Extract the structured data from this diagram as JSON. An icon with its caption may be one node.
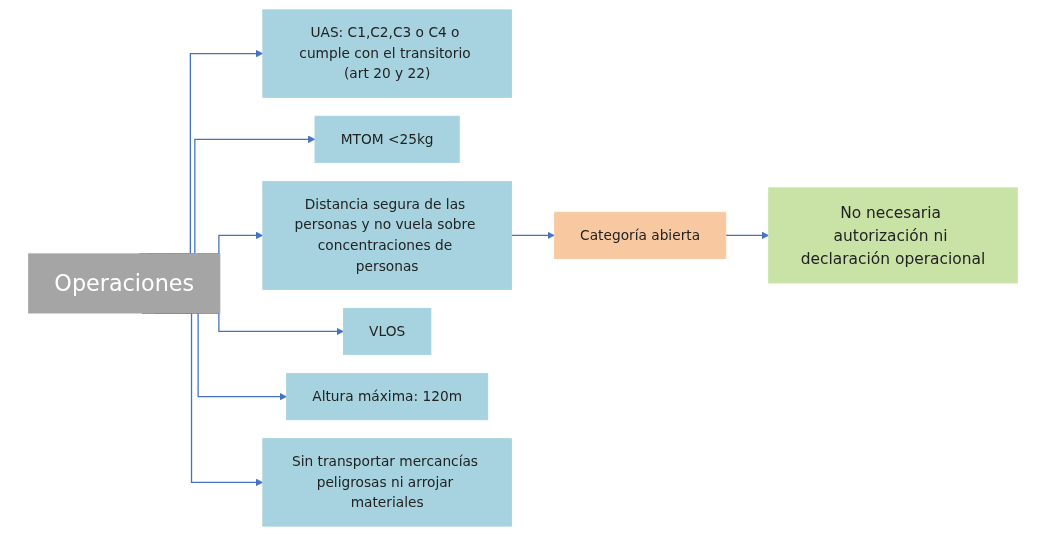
{
  "diagram": {
    "nodes": [
      {
        "text": [
          "Operaciones"
        ]
      },
      {
        "text": [
          "UAS: C1,C2,C3 o C4 o cumple con el transitorio (art 20 y 22)"
        ]
      },
      {
        "text": [
          "MTOM <25kg"
        ]
      },
      {
        "text": [
          "Distancia segura de las personas y no vuela sobre concentraciones de personas"
        ]
      },
      {
        "text": [
          "VLOS"
        ]
      },
      {
        "text": [
          "Altura máxima: 120m"
        ]
      },
      {
        "text": [
          "Sin transportar mercancías peligrosas ni arrojar materiales"
        ]
      },
      {
        "text": [
          "Categoría abierta"
        ]
      },
      {
        "text": [
          "No necesaria autorización ni declaración operacional"
        ]
      }
    ],
    "edges": [
      {
        "from": 0,
        "to": 1,
        "arrow": "to"
      },
      {
        "from": 0,
        "to": 2,
        "arrow": "to"
      },
      {
        "from": 0,
        "to": 3,
        "arrow": "to"
      },
      {
        "from": 0,
        "to": 4,
        "arrow": "to"
      },
      {
        "from": 0,
        "to": 5,
        "arrow": "to"
      },
      {
        "from": 0,
        "to": 6,
        "arrow": "to"
      },
      {
        "from": 3,
        "to": 7,
        "arrow": "to"
      },
      {
        "from": 7,
        "to": 8,
        "arrow": "to"
      }
    ]
  }
}
